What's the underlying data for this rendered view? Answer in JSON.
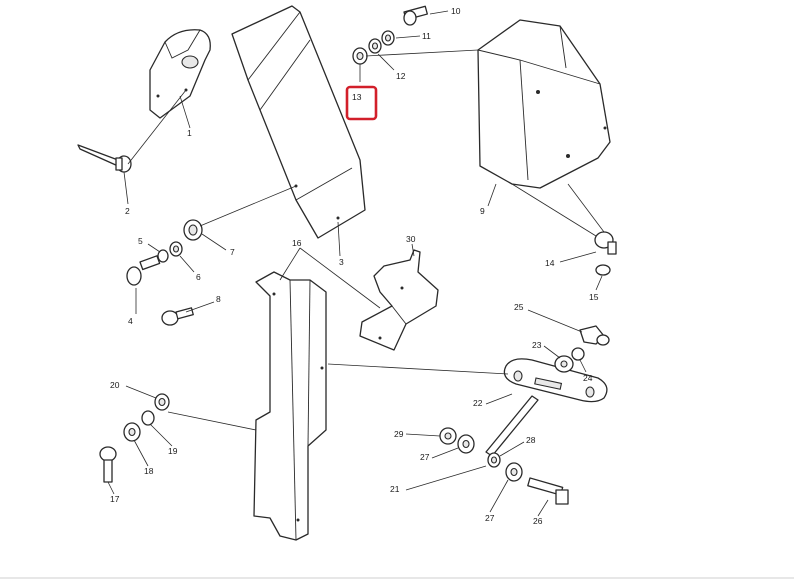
{
  "diagram": {
    "type": "exploded-parts-diagram",
    "highlight_color": "#d21f2a",
    "highlighted_callout": "13",
    "callouts": [
      "1",
      "2",
      "3",
      "4",
      "5",
      "6",
      "7",
      "8",
      "9",
      "10",
      "11",
      "12",
      "13",
      "14",
      "15",
      "16",
      "17",
      "18",
      "19",
      "20",
      "21",
      "22",
      "23",
      "24",
      "25",
      "26",
      "27",
      "27",
      "28",
      "29",
      "30"
    ]
  }
}
